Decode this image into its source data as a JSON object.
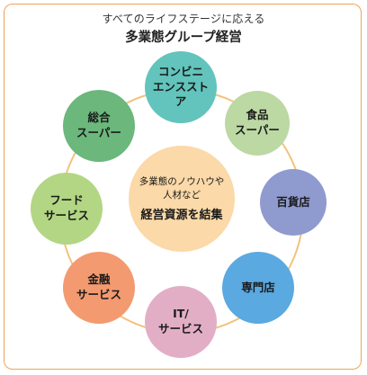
{
  "header": {
    "subtitle": "すべてのライフステージに応える",
    "title": "多業態グループ経営"
  },
  "center": {
    "text": "多業態のノウハウや\n人材など",
    "emphasis": "経営資源を結集",
    "color": "#fbd9a8"
  },
  "ring_color": "#f3c27a",
  "nodes": [
    {
      "label": "コンビニ\nエンスストア",
      "color": "#62c4bc"
    },
    {
      "label": "食品\nスーパー",
      "color": "#bcd8a3"
    },
    {
      "label": "百貨店",
      "color": "#8f9bcf"
    },
    {
      "label": "専門店",
      "color": "#5aa9e0"
    },
    {
      "label": "IT/\nサービス",
      "color": "#e2aec6"
    },
    {
      "label": "金融\nサービス",
      "color": "#f39a70"
    },
    {
      "label": "フード\nサービス",
      "color": "#b2d683"
    },
    {
      "label": "総合\nスーパー",
      "color": "#6bb77c"
    }
  ]
}
